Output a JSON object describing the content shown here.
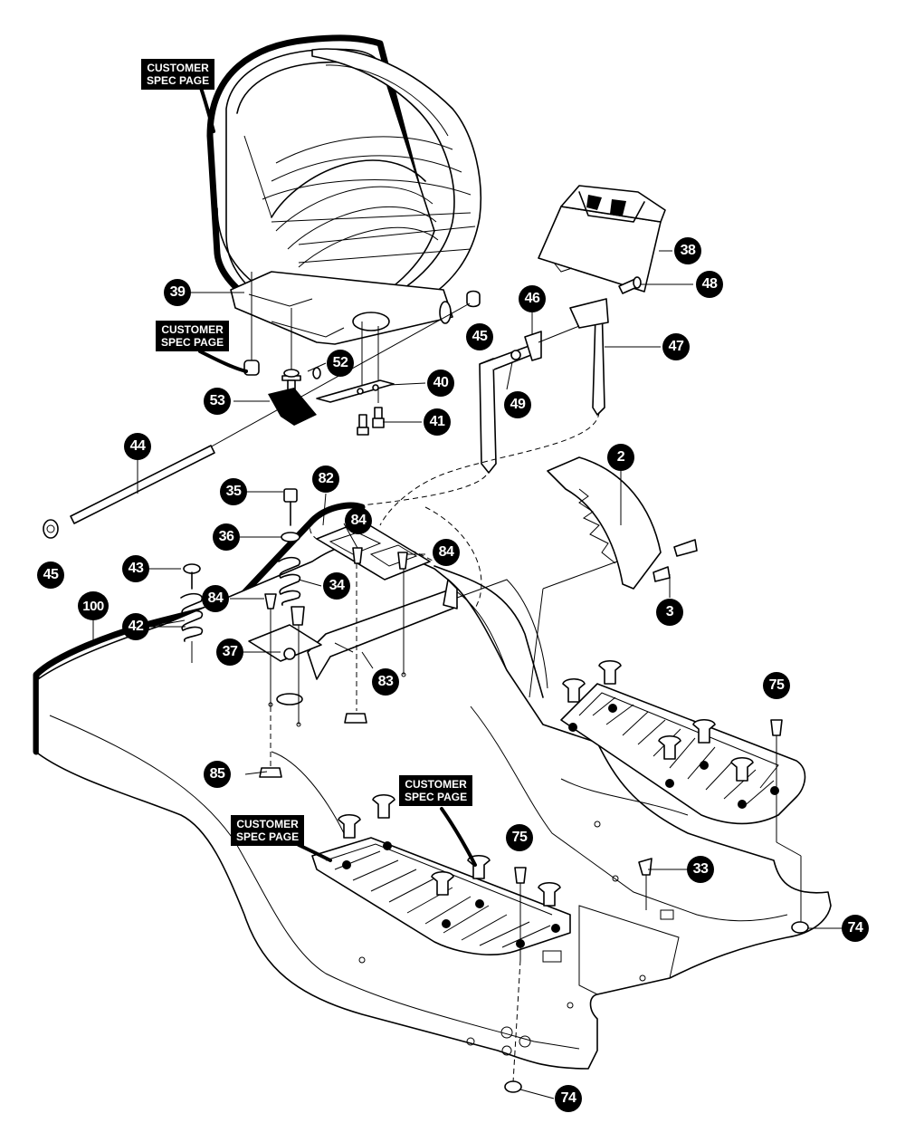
{
  "spec_label": "CUSTOMER\nSPEC PAGE",
  "callouts": [
    {
      "id": "38",
      "name": "38"
    },
    {
      "id": "48",
      "name": "48"
    },
    {
      "id": "39",
      "name": "39"
    },
    {
      "id": "45",
      "name": "45"
    },
    {
      "id": "46",
      "name": "46"
    },
    {
      "id": "47",
      "name": "47"
    },
    {
      "id": "52",
      "name": "52"
    },
    {
      "id": "40",
      "name": "40"
    },
    {
      "id": "53",
      "name": "53"
    },
    {
      "id": "49",
      "name": "49"
    },
    {
      "id": "41",
      "name": "41"
    },
    {
      "id": "44",
      "name": "44"
    },
    {
      "id": "2",
      "name": "2"
    },
    {
      "id": "82",
      "name": "82"
    },
    {
      "id": "35",
      "name": "35"
    },
    {
      "id": "36",
      "name": "36"
    },
    {
      "id": "84",
      "name": "84"
    },
    {
      "id": "43",
      "name": "43"
    },
    {
      "id": "34",
      "name": "34"
    },
    {
      "id": "3",
      "name": "3"
    },
    {
      "id": "100",
      "name": "100"
    },
    {
      "id": "42",
      "name": "42"
    },
    {
      "id": "37",
      "name": "37"
    },
    {
      "id": "83",
      "name": "83"
    },
    {
      "id": "75",
      "name": "75"
    },
    {
      "id": "85",
      "name": "85"
    },
    {
      "id": "33",
      "name": "33"
    },
    {
      "id": "74",
      "name": "74"
    }
  ],
  "labels": {
    "c38": "38",
    "c48": "48",
    "c39": "39",
    "c45a": "45",
    "c46": "46",
    "c47": "47",
    "c52": "52",
    "c40": "40",
    "c53": "53",
    "c49": "49",
    "c41": "41",
    "c44": "44",
    "c2": "2",
    "c82": "82",
    "c35": "35",
    "c36": "36",
    "c84a": "84",
    "c84b": "84",
    "c84c": "84",
    "c43": "43",
    "c34": "34",
    "c3": "3",
    "c45b": "45",
    "c100": "100",
    "c42": "42",
    "c37": "37",
    "c83": "83",
    "c75a": "75",
    "c85": "85",
    "c75b": "75",
    "c33": "33",
    "c74a": "74",
    "c74b": "74"
  },
  "colors": {
    "ink": "#000000",
    "paper": "#ffffff"
  }
}
